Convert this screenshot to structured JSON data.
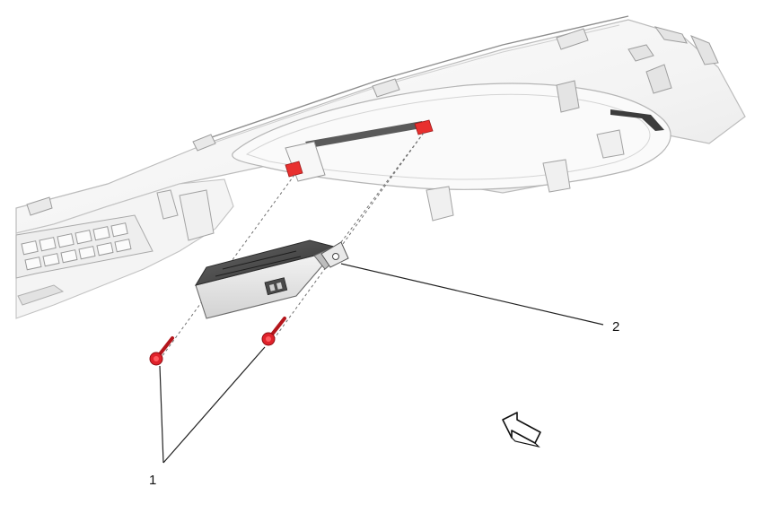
{
  "callouts": [
    {
      "id": "1",
      "label": "1",
      "part": "fastener"
    },
    {
      "id": "2",
      "label": "2",
      "part": "module"
    }
  ],
  "colors": {
    "fastener_highlight": "#e0222b",
    "clip_highlight": "#e8302f",
    "panel_outline": "#b9b9b9",
    "panel_fill": "#f6f6f6",
    "module_dark": "#3a3a3a",
    "leader": "#222222"
  },
  "icons": {
    "view_direction": "view-direction-arrow-icon"
  }
}
